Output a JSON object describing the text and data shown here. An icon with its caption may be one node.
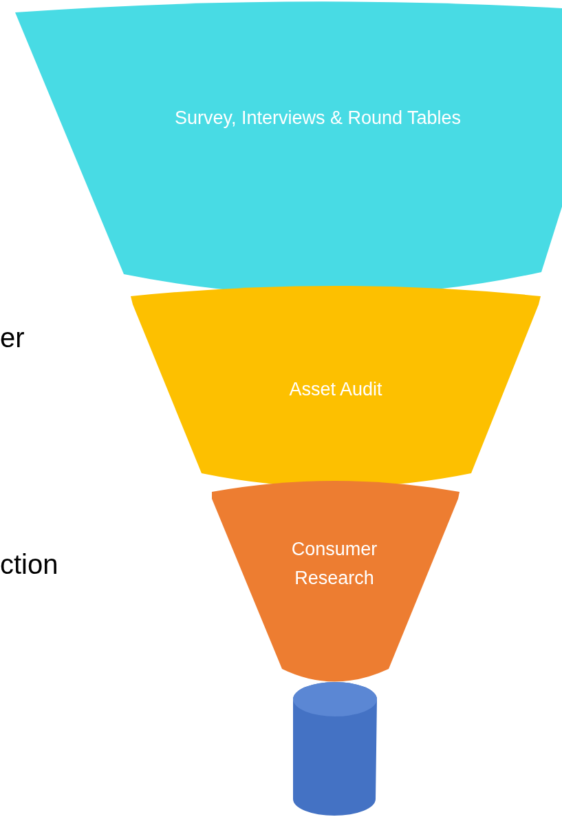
{
  "diagram": {
    "nodes": [
      {
        "text": [
          "Survey, Interviews & Round Tables"
        ]
      },
      {
        "text": [
          "Asset Audit"
        ]
      },
      {
        "text": [
          "Consumer Research"
        ]
      },
      {
        "text": [],
        "shape": "cylinder"
      }
    ],
    "labels": [
      "er",
      "ction"
    ]
  }
}
